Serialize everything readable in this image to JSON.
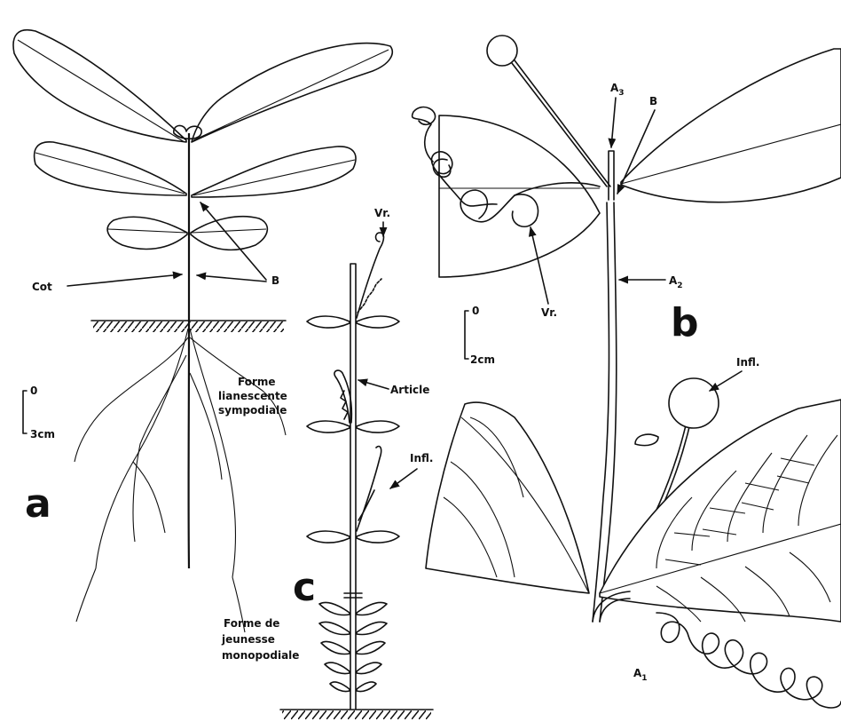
{
  "figure": {
    "panels": {
      "a": "a",
      "b": "b",
      "c": "c"
    },
    "labels": {
      "cot": "Cot",
      "b_a": "B",
      "b_b": "B",
      "a3_main": "A",
      "a3_sub": "3",
      "a2_main": "A",
      "a2_sub": "2",
      "a1_main": "A",
      "a1_sub": "1",
      "vr_b": "Vr.",
      "vr_c": "Vr.",
      "infl_b": "Infl.",
      "infl_c": "Infl.",
      "article": "Article",
      "forme_lian_1": "Forme",
      "forme_lian_2": "lianescente",
      "forme_lian_3": "sympodiale",
      "forme_jeun_1": "Forme de",
      "forme_jeun_2": "jeunesse",
      "forme_jeun_3": "monopodiale"
    },
    "scales": {
      "a_zero": "0",
      "a_len": "3cm",
      "b_zero": "0",
      "b_len": "2cm"
    }
  }
}
